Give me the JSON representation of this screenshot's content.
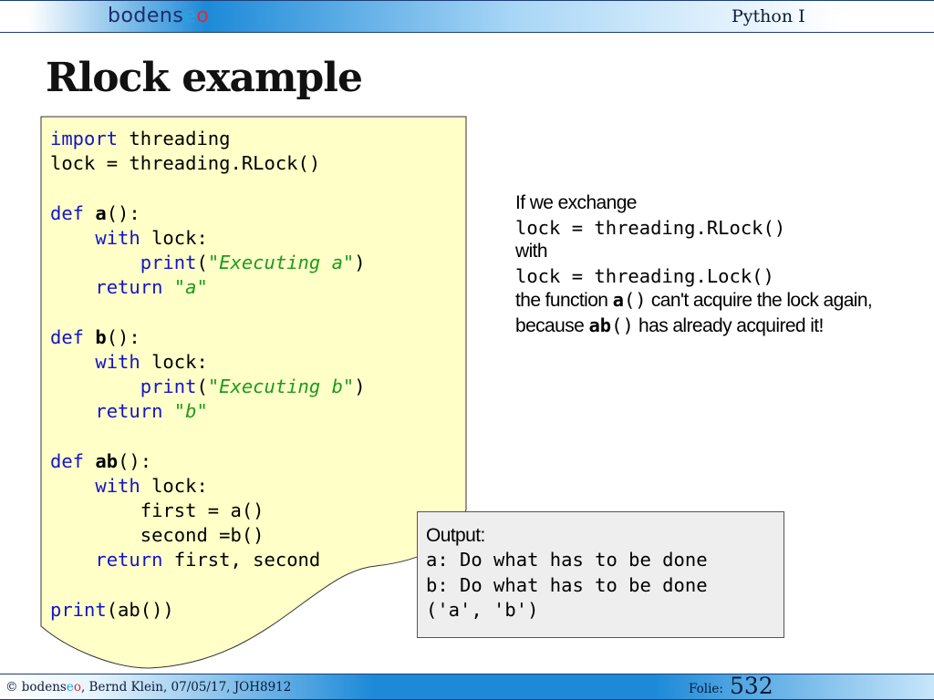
{
  "header": {
    "logo_prefix": "bodens",
    "logo_mid": "e",
    "logo_o": "o",
    "course": "Python I"
  },
  "slide": {
    "title": "Rlock example"
  },
  "code": {
    "l1_kw": "import",
    "l1_rest": " threading",
    "l2": "lock = threading.RLock()",
    "a_def": "def",
    "a_name": "a",
    "a_tail": "():",
    "a_with": "with",
    "a_lock": " lock:",
    "a_print": "print",
    "a_str": "\"Executing a\"",
    "a_ret": "return",
    "a_retval": "\"a\"",
    "b_def": "def",
    "b_name": "b",
    "b_tail": "():",
    "b_with": "with",
    "b_lock": " lock:",
    "b_print": "print",
    "b_str": "\"Executing b\"",
    "b_ret": "return",
    "b_retval": "\"b\"",
    "ab_def": "def",
    "ab_name": "ab",
    "ab_tail": "():",
    "ab_with": "with",
    "ab_lock": " lock:",
    "ab_first": "first = a()",
    "ab_second": "second =b()",
    "ab_ret": "return",
    "ab_retval": " first, second",
    "last_print": "print",
    "last_rest": "(ab())"
  },
  "explanation": {
    "line1": "If we exchange",
    "code1": "lock = threading.RLock()",
    "line2": "with",
    "code2": "lock = threading.Lock()",
    "p3_a": "the function ",
    "p3_fn": "a",
    "p3_paren": "()",
    "p3_b": " can't acquire the lock again, because ",
    "p3_fn2": "ab",
    "p3_paren2": "()",
    "p3_c": "  has already acquired it!"
  },
  "output": {
    "label": "Output:",
    "lines": [
      "a: Do what has to be done",
      "b: Do what has to be done",
      "('a', 'b')"
    ]
  },
  "footer": {
    "copy_prefix": "© bodens",
    "copy_mid": "e",
    "copy_o": "o",
    "copy_rest": ", Bernd Klein, 07/05/17, JOH8912",
    "folie_label": "Folie:",
    "slide_number": "532"
  },
  "colors": {
    "code_bg": "#ffffc8",
    "keyword": "#1414c8",
    "string": "#1d9a1d",
    "header_blue": "#1d8ad8"
  }
}
